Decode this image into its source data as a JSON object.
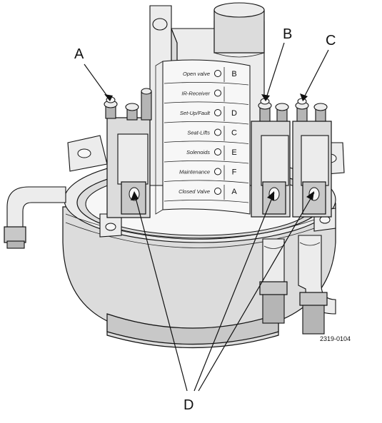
{
  "callouts": {
    "a": "A",
    "b": "B",
    "c": "C",
    "d": "D"
  },
  "panel_rows": [
    {
      "label": "Open valve",
      "code": "B"
    },
    {
      "label": "IR-Receiver",
      "code": ""
    },
    {
      "label": "Set-Up/Fault",
      "code": "D"
    },
    {
      "label": "Seat-Lifts",
      "code": "C"
    },
    {
      "label": "Solenoids",
      "code": "E"
    },
    {
      "label": "Maintenance",
      "code": "F"
    },
    {
      "label": "Closed Valve",
      "code": "A"
    }
  ],
  "figure_ref": "2319-0104"
}
